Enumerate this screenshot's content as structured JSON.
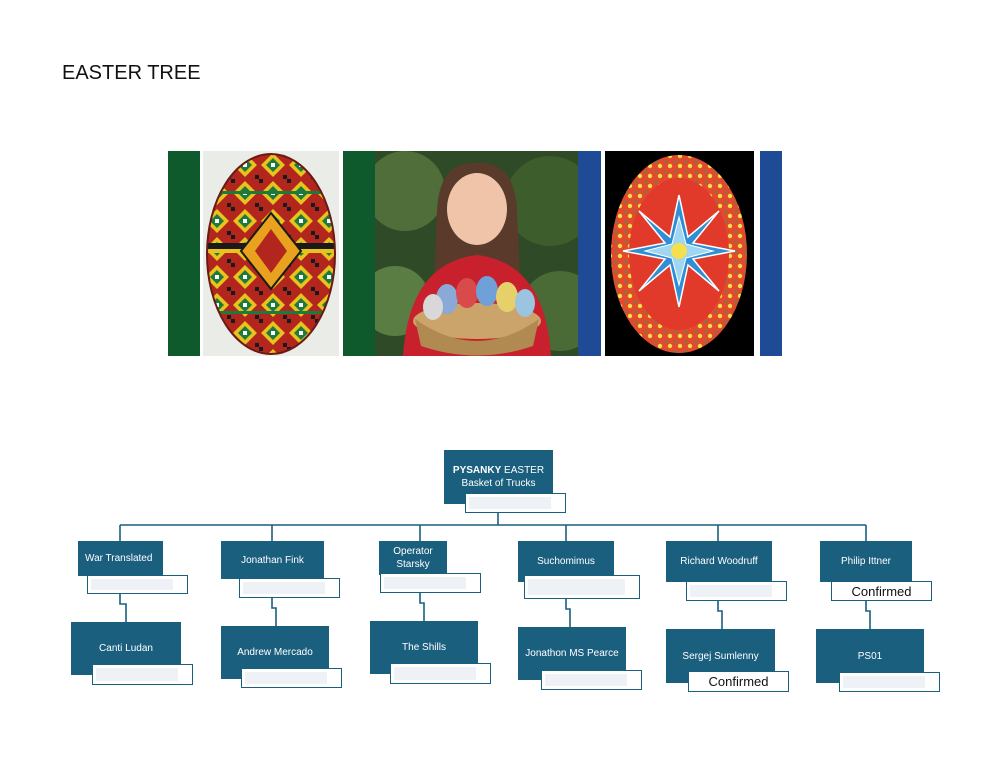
{
  "page": {
    "title": "EASTER TREE"
  },
  "banner": {
    "images": [
      {
        "name": "pysanka-egg-left",
        "description_icon": "geometric-pysanka-egg-icon"
      },
      {
        "name": "woman-with-egg-basket",
        "description_icon": "person-photo-icon"
      },
      {
        "name": "pysanka-egg-right",
        "description_icon": "star-pysanka-egg-icon"
      }
    ],
    "colors": {
      "green": "#0e5a2c",
      "blue": "#1f4a96",
      "photo_bg": "#e9ece7",
      "egg_bg": "#000000"
    }
  },
  "tree": {
    "colors": {
      "node": "#1b5f7f",
      "line": "#1b5f7f",
      "text": "#ffffff"
    },
    "root": {
      "title_bold": "PYSANKY",
      "title_rest": " EASTER",
      "subtitle": "Basket of  Trucks",
      "status": ""
    },
    "branches": [
      {
        "label": "War Translated",
        "status": "",
        "child": {
          "label": "Canti Ludan",
          "status": ""
        }
      },
      {
        "label": "Jonathan Fink",
        "status": "",
        "child": {
          "label": "Andrew Mercado",
          "status": ""
        }
      },
      {
        "label": "Operator\nStarsky",
        "status": "",
        "child": {
          "label": "The Shills",
          "status": ""
        }
      },
      {
        "label": "Suchomimus",
        "status": "",
        "child": {
          "label": "Jonathon MS Pearce",
          "status": ""
        }
      },
      {
        "label": "Richard Woodruff",
        "status": "",
        "child": {
          "label": "Sergej Sumlenny",
          "status": "Confirmed"
        }
      },
      {
        "label": "Philip Ittner",
        "status": "Confirmed",
        "child": {
          "label": "PS01",
          "status": ""
        }
      }
    ]
  }
}
